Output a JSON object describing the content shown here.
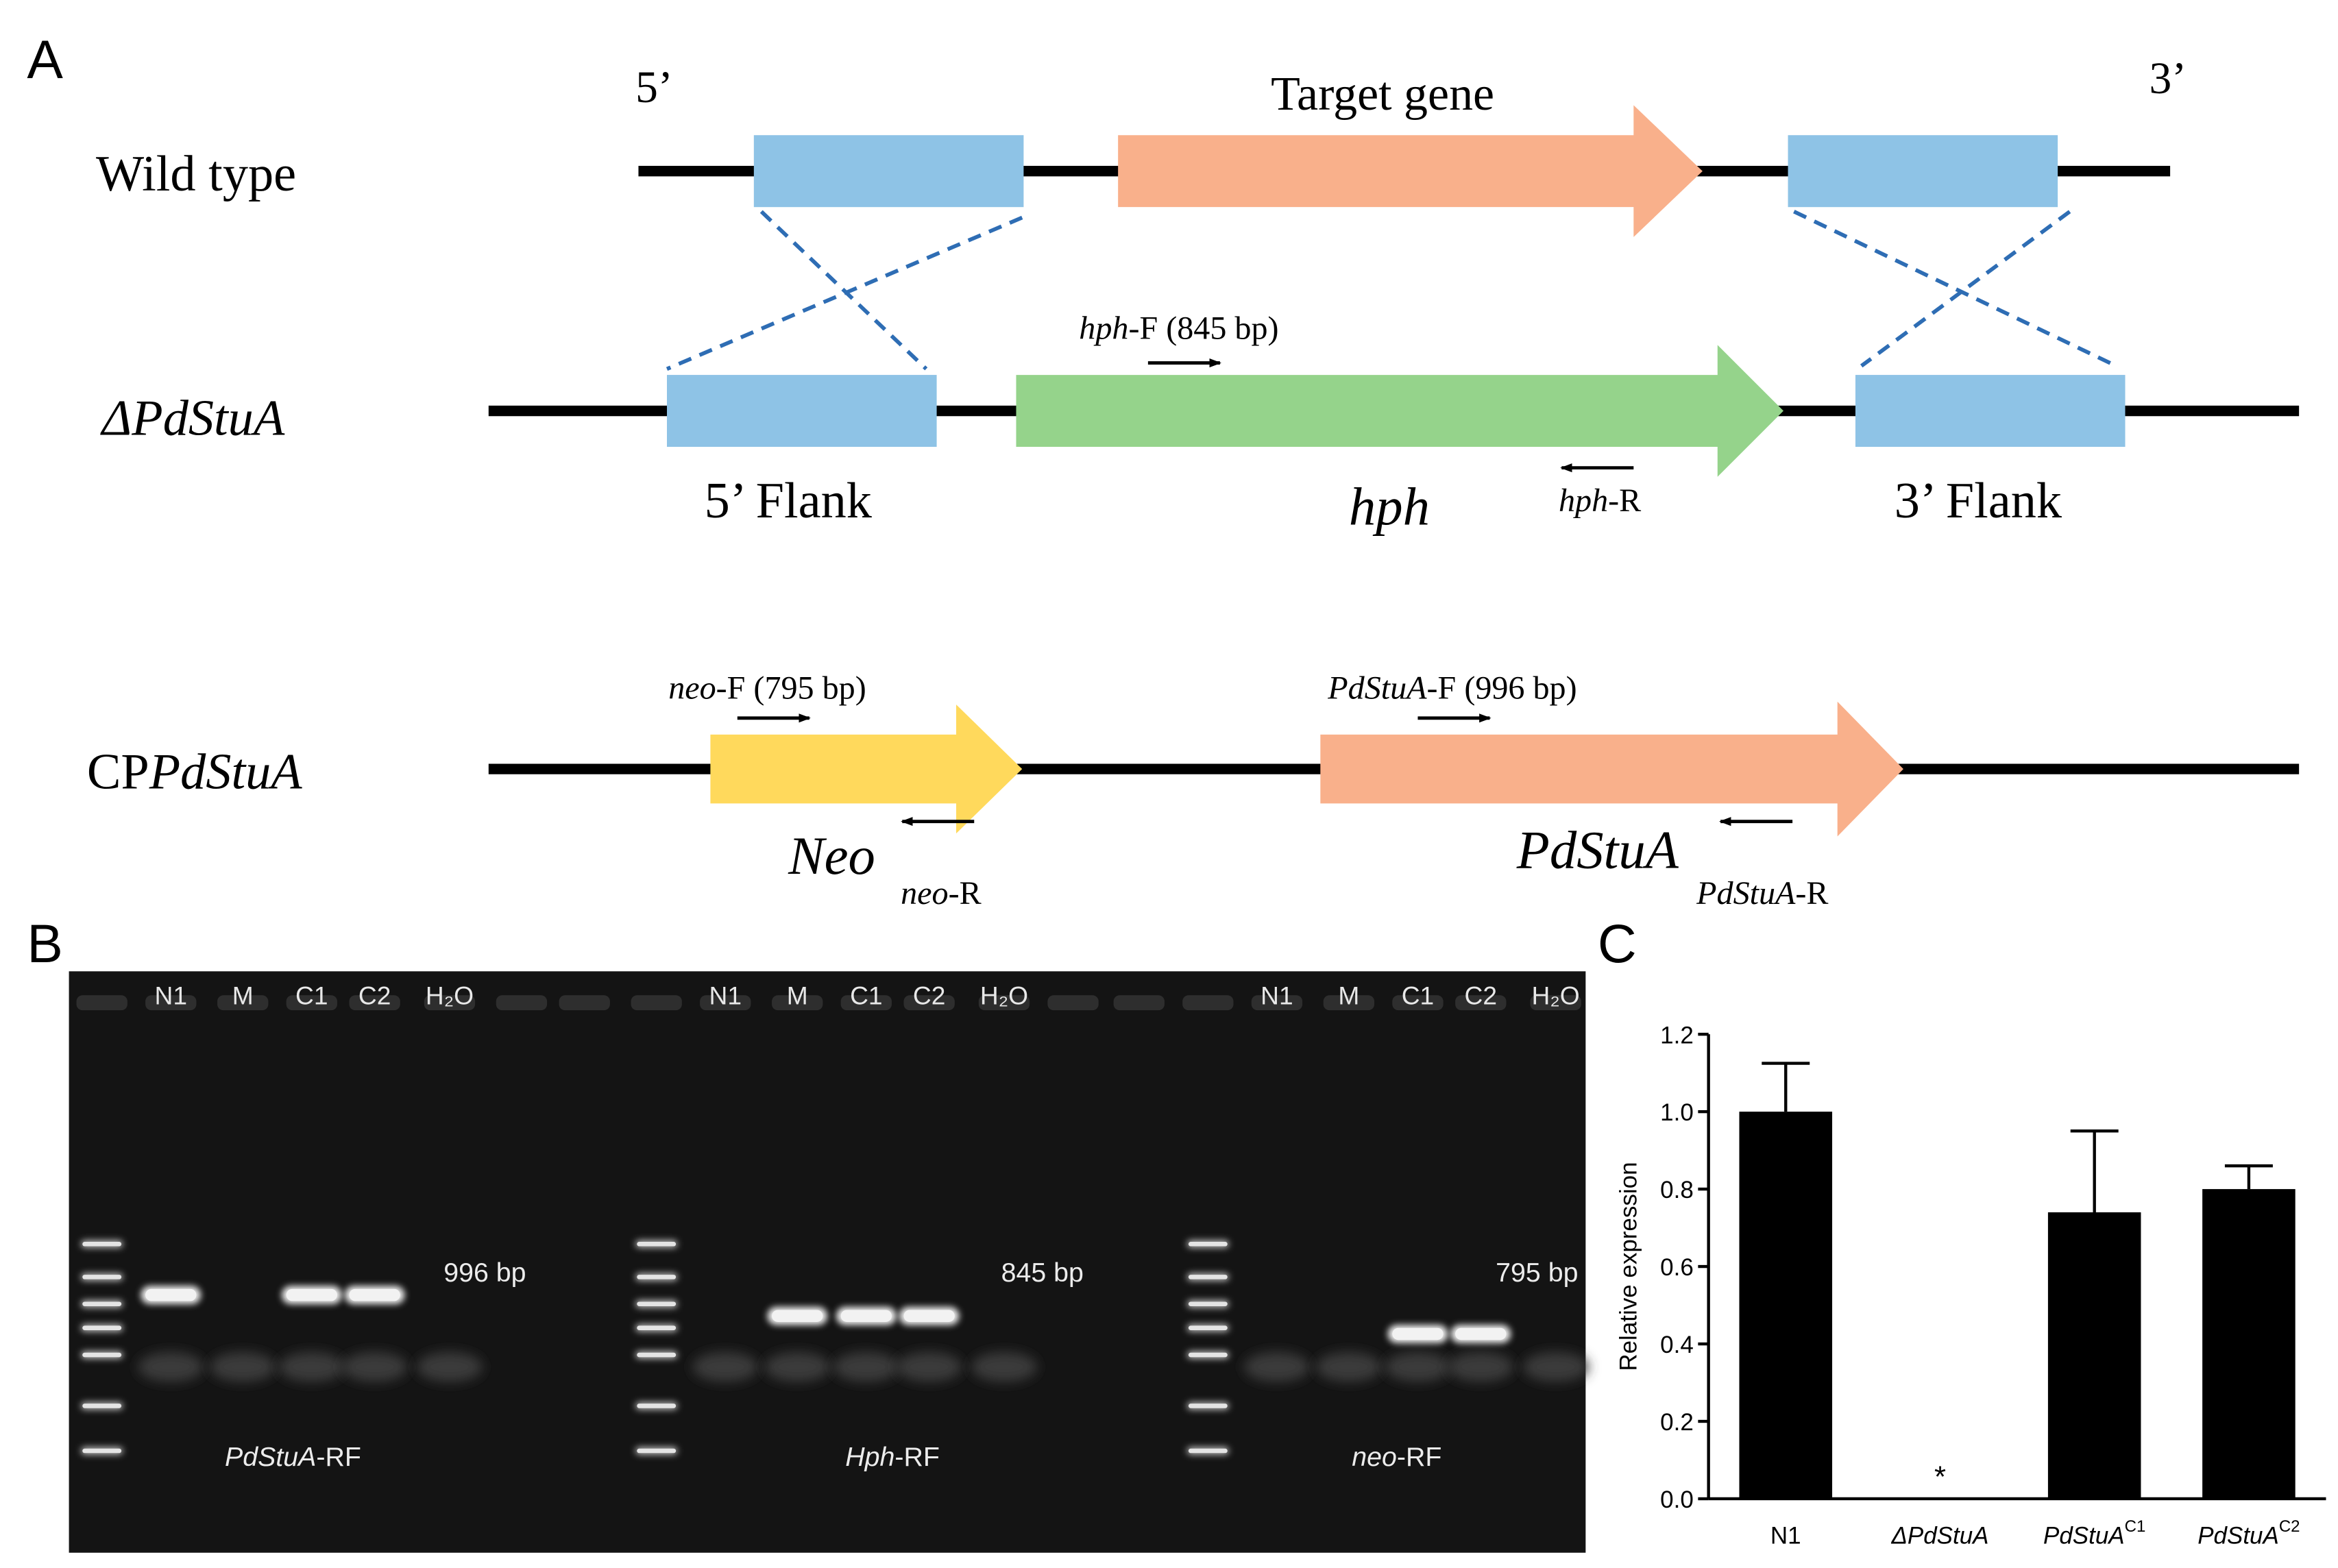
{
  "panels": {
    "a": "A",
    "b": "B",
    "c": "C"
  },
  "colors": {
    "flank": "#8ec3e6",
    "target": "#f9b08b",
    "hph": "#95d38b",
    "neo": "#ffd95c",
    "pdstua": "#f9b08b",
    "cross": "#2e6db4",
    "gel_bg": "#141414",
    "band": "#f2f2f2",
    "bar": "#000000"
  },
  "panel_a": {
    "row_wild": "Wild type",
    "row_delta": "ΔPdStuA",
    "row_cp_prefix": "CP",
    "row_cp_italic": "PdStuA",
    "five_prime": "5’",
    "three_prime": "3’",
    "target_gene": "Target gene",
    "flank5": "5’ Flank",
    "flank3": "3’ Flank",
    "hph_label": "hph",
    "hphF_italic": "hph",
    "hphF_rest": "-F (845 bp)",
    "hphR_italic": "hph",
    "hphR_rest": "-R",
    "neoF_italic": "neo",
    "neoF_rest": "-F (795 bp)",
    "neoR_italic": "neo",
    "neoR_rest": "-R",
    "neo_label": "Neo",
    "pdF_italic": "PdStuA",
    "pdF_rest": "-F (996 bp)",
    "pdR_italic": "PdStuA",
    "pdR_rest": "-R",
    "pd_label": "PdStuA"
  },
  "panel_b": {
    "gels": [
      {
        "lanes": [
          "N1",
          "M",
          "C1",
          "C2",
          "H₂O"
        ],
        "size": "996 bp",
        "primer_italic": "PdStuA",
        "primer_rest": "-RF"
      },
      {
        "lanes": [
          "N1",
          "M",
          "C1",
          "C2",
          "H₂O"
        ],
        "size": "845 bp",
        "primer_italic": "Hph",
        "primer_rest": "-RF"
      },
      {
        "lanes": [
          "N1",
          "M",
          "C1",
          "C2",
          "H₂O"
        ],
        "size": "795 bp",
        "primer_italic": "neo",
        "primer_rest": "-RF"
      }
    ]
  },
  "chart_data": {
    "type": "bar",
    "categories": [
      "N1",
      "ΔPdStuA",
      "PdStuA C1",
      "PdStuA C2"
    ],
    "category_labels": [
      {
        "main": "N1",
        "sup": ""
      },
      {
        "main": "ΔPdStuA",
        "sup": ""
      },
      {
        "main": "PdStuA",
        "sup": "C1"
      },
      {
        "main": "PdStuA",
        "sup": "C2"
      }
    ],
    "values": [
      1.0,
      0.0,
      0.74,
      0.8
    ],
    "errors": [
      0.125,
      0.0,
      0.21,
      0.06
    ],
    "annotations": [
      "",
      "*",
      "",
      ""
    ],
    "ylabel": "Relative expression",
    "ylim": [
      0,
      1.2
    ],
    "yticks": [
      "0.0",
      "0.2",
      "0.4",
      "0.6",
      "0.8",
      "1.0",
      "1.2"
    ]
  }
}
